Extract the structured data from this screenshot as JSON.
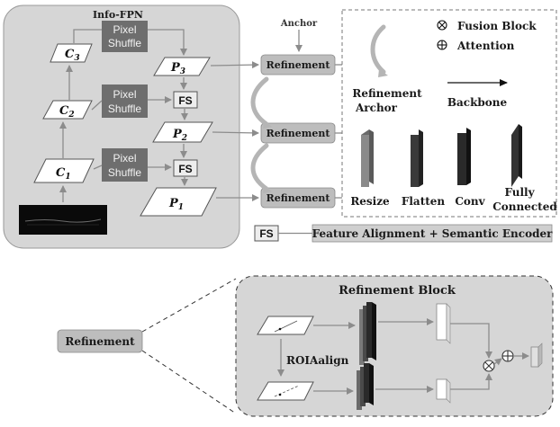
{
  "info_fpn": {
    "title": "Info-FPN",
    "pixel_shuffle_line1": "Pixel",
    "pixel_shuffle_line2": "Shuffle",
    "fs_label": "FS",
    "c3": "C",
    "c3_sub": "3",
    "c2": "C",
    "c2_sub": "2",
    "c1": "C",
    "c1_sub": "1",
    "p3": "P",
    "p3_sub": "3",
    "p2": "P",
    "p2_sub": "2",
    "p1": "P",
    "p1_sub": "1"
  },
  "anchor_label": "Anchor",
  "refinement_label": "Refinement",
  "legend": {
    "fusion_block": "Fusion Block",
    "attention": "Attention",
    "refinement_archor_line1": "Refinement",
    "refinement_archor_line2": "Archor",
    "backbone": "Backbone",
    "resize": "Resize",
    "flatten": "Flatten",
    "conv": "Conv",
    "fully_connected_line1": "Fully",
    "fully_connected_line2": "Connected"
  },
  "fs_legend": {
    "fs": "FS",
    "description": "Feature Alignment + Semantic Encoder"
  },
  "refinement_block": {
    "title": "Refinement Block",
    "roialign": "ROIAalign",
    "left_label": "Refinement"
  },
  "colors": {
    "panel_gray": "#d9d9d9",
    "panel_dark_gray": "#bfbfbf",
    "pixel_shuffle": "#6e6e6e",
    "refinement_box": "#bdbdbd",
    "arrow_gray": "#8c8c8c",
    "text_dark": "#1a1a1a"
  }
}
